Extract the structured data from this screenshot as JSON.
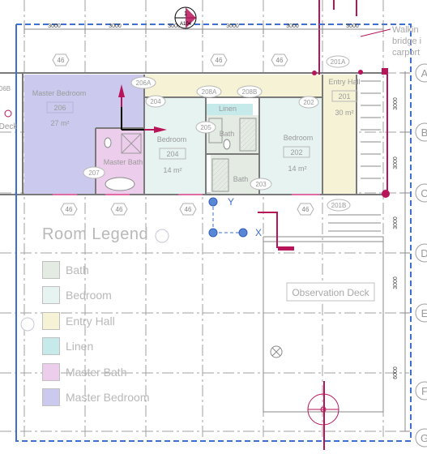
{
  "dims": {
    "segment": "3000",
    "short_a": "3000",
    "short_b": "6000"
  },
  "grid_bubbles": [
    "A",
    "B",
    "C",
    "D",
    "E",
    "F",
    "G"
  ],
  "section_marker": {
    "number": "1",
    "sheet": "A104"
  },
  "tags": {
    "t46": "46",
    "t206A": "206A",
    "t208A": "208A",
    "t208B": "208B",
    "t204": "204",
    "t205": "205",
    "t202": "202",
    "t201": "201",
    "t201A": "201A",
    "t201B": "201B",
    "t207": "207",
    "t203": "203",
    "t06B": "06B"
  },
  "rooms": {
    "master_bedroom": {
      "name": "Master Bedroom",
      "number": "206",
      "area": "27 m²"
    },
    "master_bath": {
      "name": "Master Bath"
    },
    "bedroom_204": {
      "name": "Bedroom",
      "number": "204",
      "area": "14 m²"
    },
    "bath_upper": {
      "name": "Bath"
    },
    "bath_lower": {
      "name": "Bath"
    },
    "linen": {
      "name": "Linen"
    },
    "bedroom_202": {
      "name": "Bedroom",
      "number": "202",
      "area": "14 m²"
    },
    "entry_hall": {
      "name": "Entry Hall",
      "number": "201",
      "area": "30 m²"
    },
    "deck": {
      "name": "Deck"
    },
    "observation_deck": {
      "name": "Observation Deck"
    }
  },
  "note_walkway": [
    "Walkin",
    "bridge i",
    "carport"
  ],
  "axis_labels": {
    "y": "Y",
    "x": "X"
  },
  "legend": {
    "title": "Room Legend",
    "items": [
      {
        "label": "Bath",
        "color": "#e3ebe3"
      },
      {
        "label": "Bedroom",
        "color": "#e6f3f0"
      },
      {
        "label": "Entry Hall",
        "color": "#f5f2d5"
      },
      {
        "label": "Linen",
        "color": "#c6eaea"
      },
      {
        "label": "Master Bath",
        "color": "#edcdec"
      },
      {
        "label": "Master Bedroom",
        "color": "#cbcaee"
      }
    ]
  },
  "colors": {
    "crop_region": "#3f6fd0",
    "grid_line": "#9a9a9a",
    "wall": "#7a7a7a",
    "accent": "#b8145a",
    "select": "#3e70c8"
  }
}
